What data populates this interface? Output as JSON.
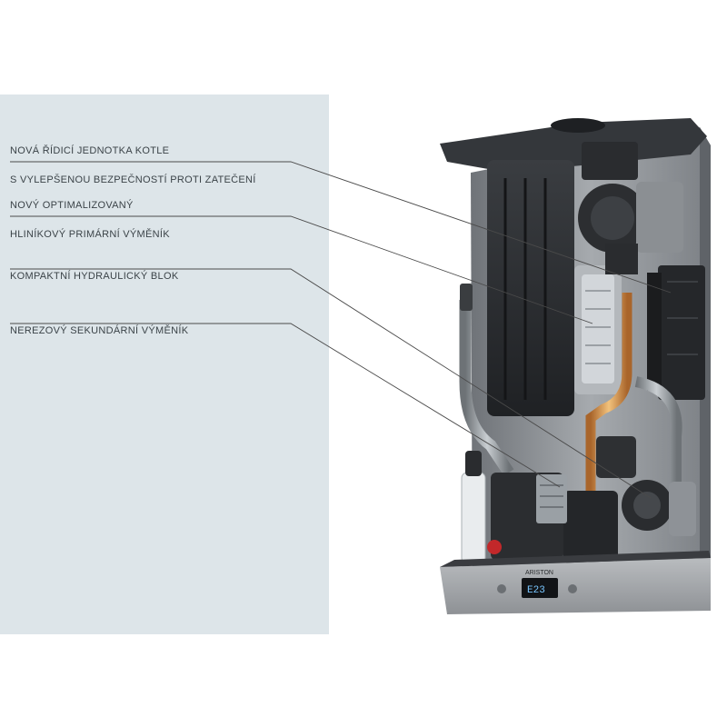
{
  "callouts": [
    {
      "lines": [
        "NOVÁ ŘÍDICÍ JEDNOTKA KOTLE",
        "S VYLEPŠENOU BEZPEČNOSTÍ PROTI ZATEČENÍ"
      ]
    },
    {
      "lines": [
        "NOVÝ OPTIMALIZOVANÝ",
        "HLINÍKOVÝ PRIMÁRNÍ VÝMĚNÍK"
      ]
    },
    {
      "lines": [
        "KOMPAKTNÍ HYDRAULICKÝ BLOK"
      ]
    },
    {
      "lines": [
        "NEREZOVÝ SEKUNDÁRNÍ VÝMĚNÍK"
      ]
    }
  ],
  "device": {
    "brand": "ARISTON",
    "display": "E23"
  },
  "colors": {
    "panel": "#dde5e9",
    "text": "#3b4348",
    "leader": "#4a4a4a",
    "casing": "#8e9297",
    "plastic": "#2a2c2f",
    "copper": "#d89a4e"
  }
}
